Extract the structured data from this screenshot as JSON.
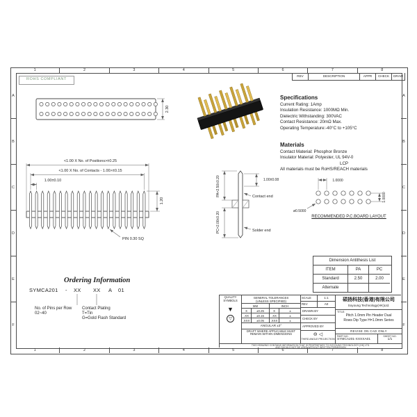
{
  "colors": {
    "line": "#4a4a4a",
    "dim": "#606060",
    "text": "#1f1f1f",
    "gold": "#c9a43b",
    "gold_light": "#e2bd55",
    "gold_dark": "#8b6e1e",
    "body_black": "#141414",
    "rohs_green": "#7d9a7d"
  },
  "sheet": {
    "rohs": "ROHS COMPLIANT",
    "cols": [
      "1",
      "2",
      "3",
      "4",
      "5",
      "6",
      "7",
      "8"
    ],
    "rows": [
      "A",
      "B",
      "C",
      "D",
      "E",
      "F"
    ]
  },
  "rev_table": {
    "headers": [
      "REV",
      "DESCRIPTION",
      "APPR",
      "CHECK",
      "DRAW"
    ]
  },
  "specs": {
    "title": "Specifications",
    "lines": [
      "Current Rating:  1Amp",
      "Insulation Resistance: 1000MΩ Min.",
      "Dielectric Withstanding:  300VAC",
      "Contact Resistance:  20mΩ Max.",
      "Operating Temperature:-40°C to +105°C"
    ]
  },
  "materials": {
    "title": "Materials",
    "lines": [
      "Contact Material: Phosphor Bronze",
      "Insulator Material: Polyester, UL 94V-0",
      "LCP",
      "All materials must be RoHS/REACH materials"
    ]
  },
  "dims": {
    "positions": "<1.00 X No. of Positions>±0.25",
    "contacts": "<1.00 X No. of Contacts - 1.00>±0.15",
    "pitch": "1.00±0.10",
    "body_height": "2.30",
    "pin_height": "1.20",
    "pin_sq": "PIN 0.30 SQ",
    "pa": "PA=2.50±0.20",
    "pc": "PC=2.00±0.20",
    "tip_len": "1.00±0.08",
    "contact_end": "Contact end",
    "solder_end": "Solder end"
  },
  "pcb": {
    "title": "RECOMMENDED P.C.BOARD LAYOUT",
    "pitch_h": "1.0000",
    "pitch_v": "1.0000",
    "hole": "ø0.5000"
  },
  "antithesis": {
    "title": "Dimension Antithesis List",
    "headers": [
      "ITEM",
      "PA",
      "PC"
    ],
    "rows": [
      {
        "item": "Standard",
        "pa": "2.50",
        "pc": "2.00"
      },
      {
        "item": "Alternate",
        "pa": "",
        "pc": ""
      }
    ]
  },
  "ordering": {
    "title": "Ordering Information",
    "base": "SYMCA201",
    "dash": "-",
    "xx1": "XX",
    "xx2": "XX",
    "suffix_a": "A",
    "suffix_01": "01",
    "note_pins_1": "No. of Pins per Row",
    "note_pins_2": "02~40",
    "note_plating_1": "Contact Plating",
    "note_plating_2": "T=Tin",
    "note_plating_3": "G=Gold Flash Standard"
  },
  "titleblock": {
    "quality": "QUALITY SYMBOLS",
    "quality_sym_1": "▼",
    "quality_sym_2": "▽",
    "tol_title_1": "GENERAL TOLERANCES",
    "tol_title_2": "(UNLESS SPECIFIED)",
    "tol_mm": "MM",
    "tol_inch": "INCH",
    "tol_rows": [
      {
        "l1": "X",
        "v1": "±0.25",
        "l2": "X",
        "v2": "±"
      },
      {
        "l1": ".XX",
        "v1": "±0.15",
        "l2": ".XX",
        "v2": "±"
      },
      {
        "l1": ".XXX",
        "v1": "±0.05",
        "l2": ".XXX",
        "v2": "±"
      }
    ],
    "angular": "ANGULAR ±3°",
    "draft": "DRAFT WHERE APPLICABLE MUST REMAIN WITHIN DIMENSIONS",
    "scale_label": "SCALE",
    "scale": "1:1",
    "rev_label": "REV",
    "rev": "A0",
    "drawn": "DRAWN BY",
    "check": "CHECK BY",
    "approved": "APPROVED BY",
    "proj_sym": "⊖ ◁",
    "proj_label": "THIRD ANGLE PROJECTION",
    "company_cn": "硕扬科技(香港)有限公司",
    "company_en": "Soyoung Technology(HK)Ltd.",
    "title_label": "TITLE:",
    "title_1": "Pitch 1.0mm Pin Header Dual",
    "title_2": "Rows Dip Type H=1.0mm Series",
    "revise": "REVISE ON CAD ONLY",
    "part_label": "PART NO.",
    "part_no": "SYMCA201-XXXXA01",
    "sheet_label": "SHEET NO.",
    "sheet": "1/1",
    "disclaimer_1": "THIS DRAWING CONTAINS INFORMATION THAT IS PROPRIETARY TO SOYOUNG TECHNOLOGY (HK) LTD.",
    "disclaimer_2": "AND SHOULD NOT BE USED WITHOUT WRITTEN PERMISSION"
  }
}
